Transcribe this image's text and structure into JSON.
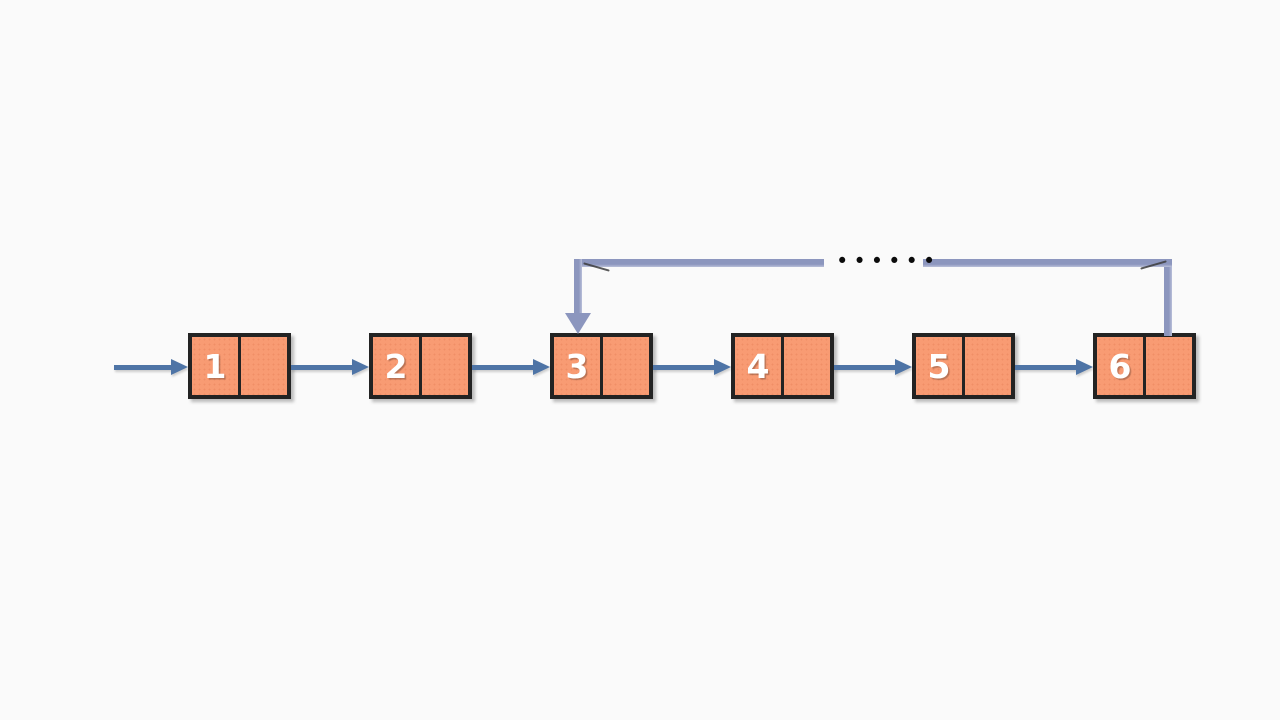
{
  "nodes": [
    {
      "value": "1"
    },
    {
      "value": "2"
    },
    {
      "value": "3"
    },
    {
      "value": "4"
    },
    {
      "value": "5"
    },
    {
      "value": "6"
    }
  ],
  "ellipsis": "••••••",
  "cycle": {
    "from_node": "6",
    "to_node": "3"
  },
  "colors": {
    "background": "#FAFAFA",
    "node_fill": "#F89B73",
    "node_border": "#232323",
    "node_value_text": "#FFFFFF",
    "next_arrow": "#4E74A6",
    "cycle_arrow": "#8C96BE",
    "ellipsis_dots": "#0B0B0B"
  }
}
